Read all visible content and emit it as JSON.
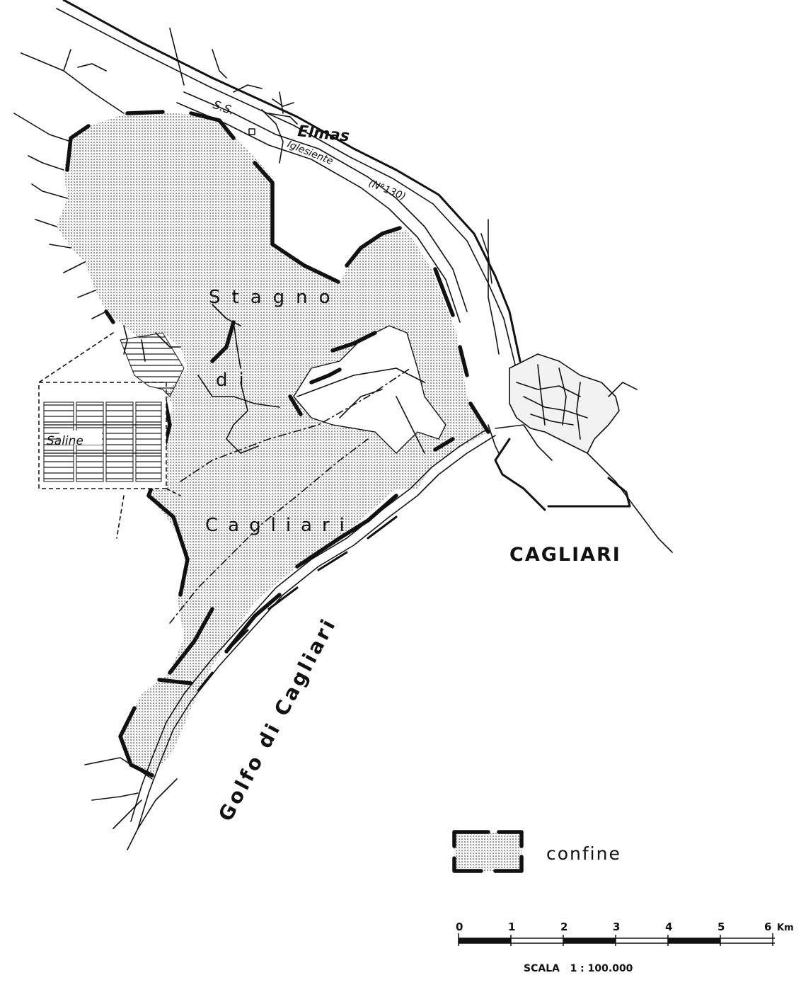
{
  "labels": {
    "stagno_word1": "Stagno",
    "stagno_word2": "di",
    "stagno_word3": "Cagliari",
    "saline": "Saline",
    "elmas": "Elmas",
    "road_ss": "S.S.",
    "road_name": "Iglesiente",
    "road_number": "(N°130)",
    "city": "CAGLIARI",
    "gulf": "Golfo di Cagliari"
  },
  "legend": {
    "confine_label": "confine"
  },
  "scale_bar": {
    "ticks": [
      "0",
      "1",
      "2",
      "3",
      "4",
      "5",
      "6"
    ],
    "unit": "Km",
    "scale_text": "SCALA   1 : 100.000"
  },
  "colors": {
    "ink": "#111111",
    "stipple": "#c8c8c8",
    "background": "#ffffff"
  }
}
